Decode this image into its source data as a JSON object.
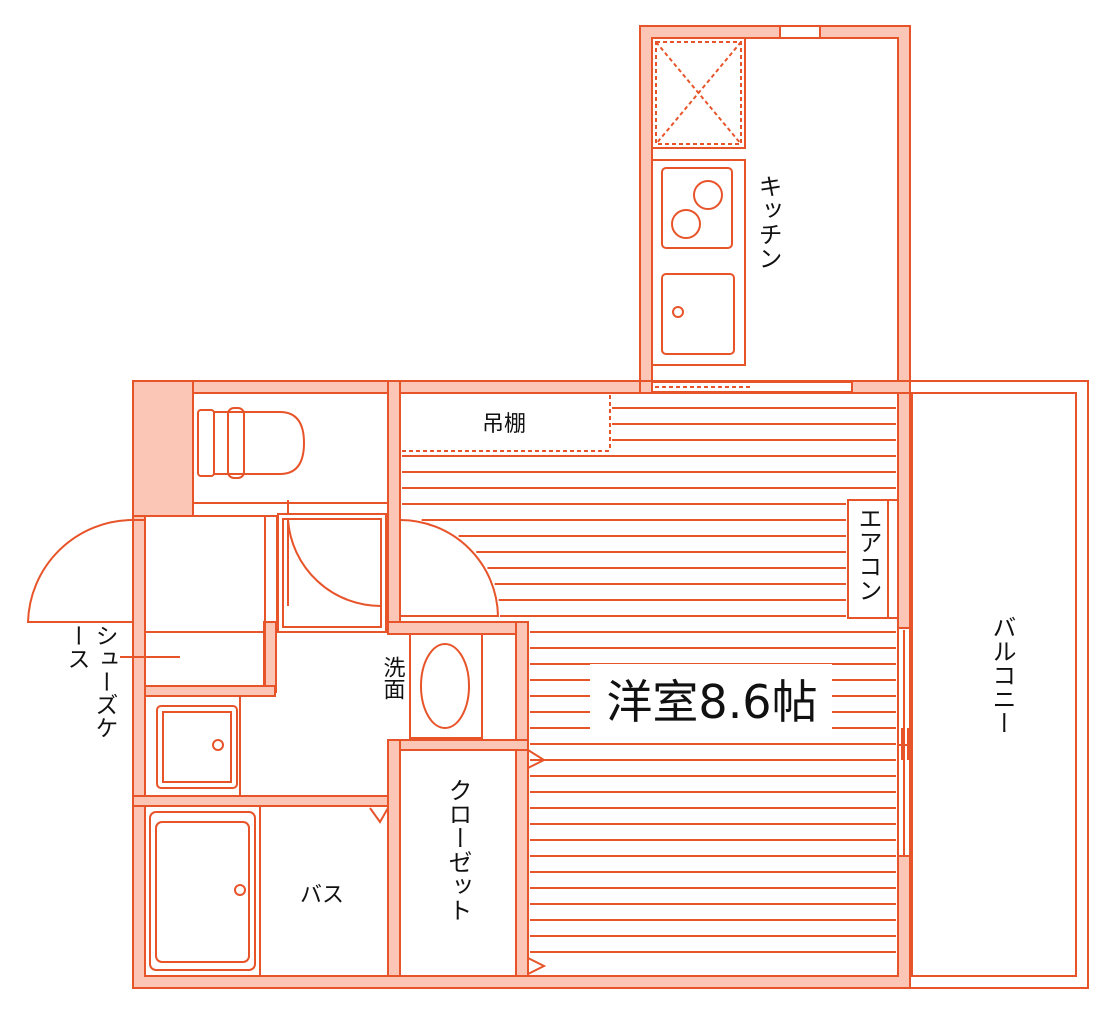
{
  "colors": {
    "line": "#e8542a",
    "wall_fill": "#fbc6b6",
    "background": "#ffffff",
    "text": "#111111"
  },
  "rooms": {
    "main_room": "洋室8.6帖",
    "kitchen": "キッチン",
    "balcony": "バルコニー",
    "closet": "クローゼット",
    "bath": "バス",
    "washbasin": "洗面",
    "shoe_case": "シューズケース",
    "aircon": "エアコン",
    "hanging_shelf": "吊棚"
  }
}
